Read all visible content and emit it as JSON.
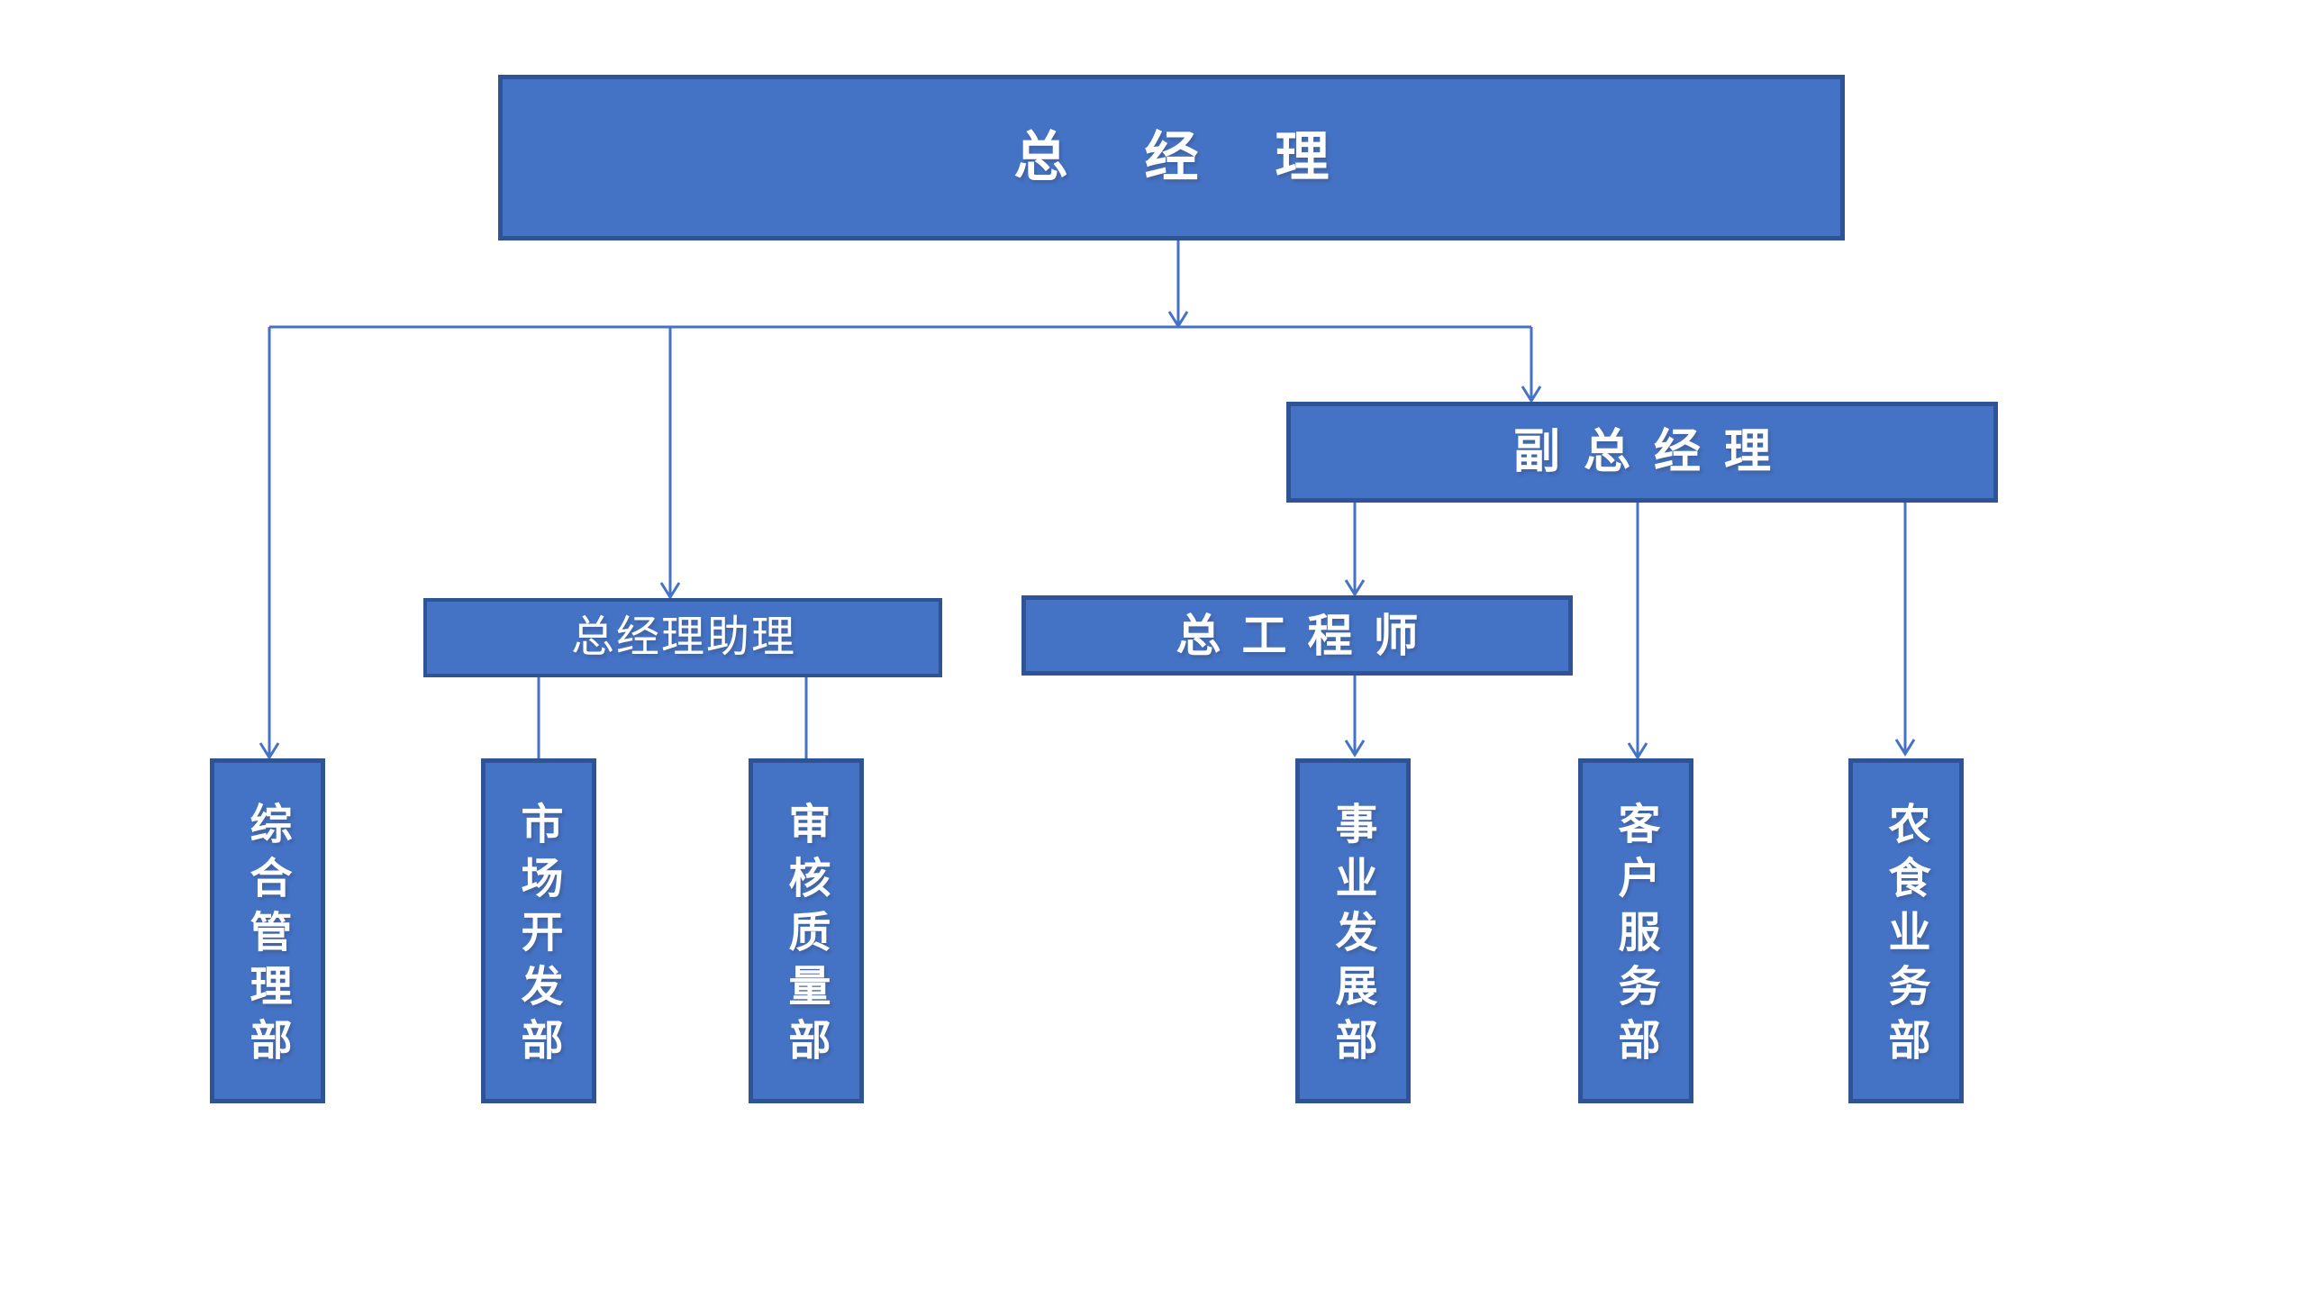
{
  "colors": {
    "box_fill": "#4472C4",
    "box_border": "#2E5496",
    "connector": "#4472C4",
    "text": "#FFFFFF",
    "background": "#FFFFFF"
  },
  "org_chart": {
    "type": "organization-chart",
    "nodes": {
      "general_manager": {
        "label": "总经理"
      },
      "deputy_general_manager": {
        "label": "副总经理"
      },
      "general_manager_assistant": {
        "label": "总经理助理"
      },
      "chief_engineer": {
        "label": "总工程师"
      }
    },
    "departments": [
      {
        "id": "comprehensive-management",
        "label": "综合管理部"
      },
      {
        "id": "market-development",
        "label": "市场开发部"
      },
      {
        "id": "audit-quality",
        "label": "审核质量部"
      },
      {
        "id": "business-development",
        "label": "事业发展部"
      },
      {
        "id": "customer-service",
        "label": "客户服务部"
      },
      {
        "id": "agri-food-business",
        "label": "农食业务部"
      }
    ]
  }
}
